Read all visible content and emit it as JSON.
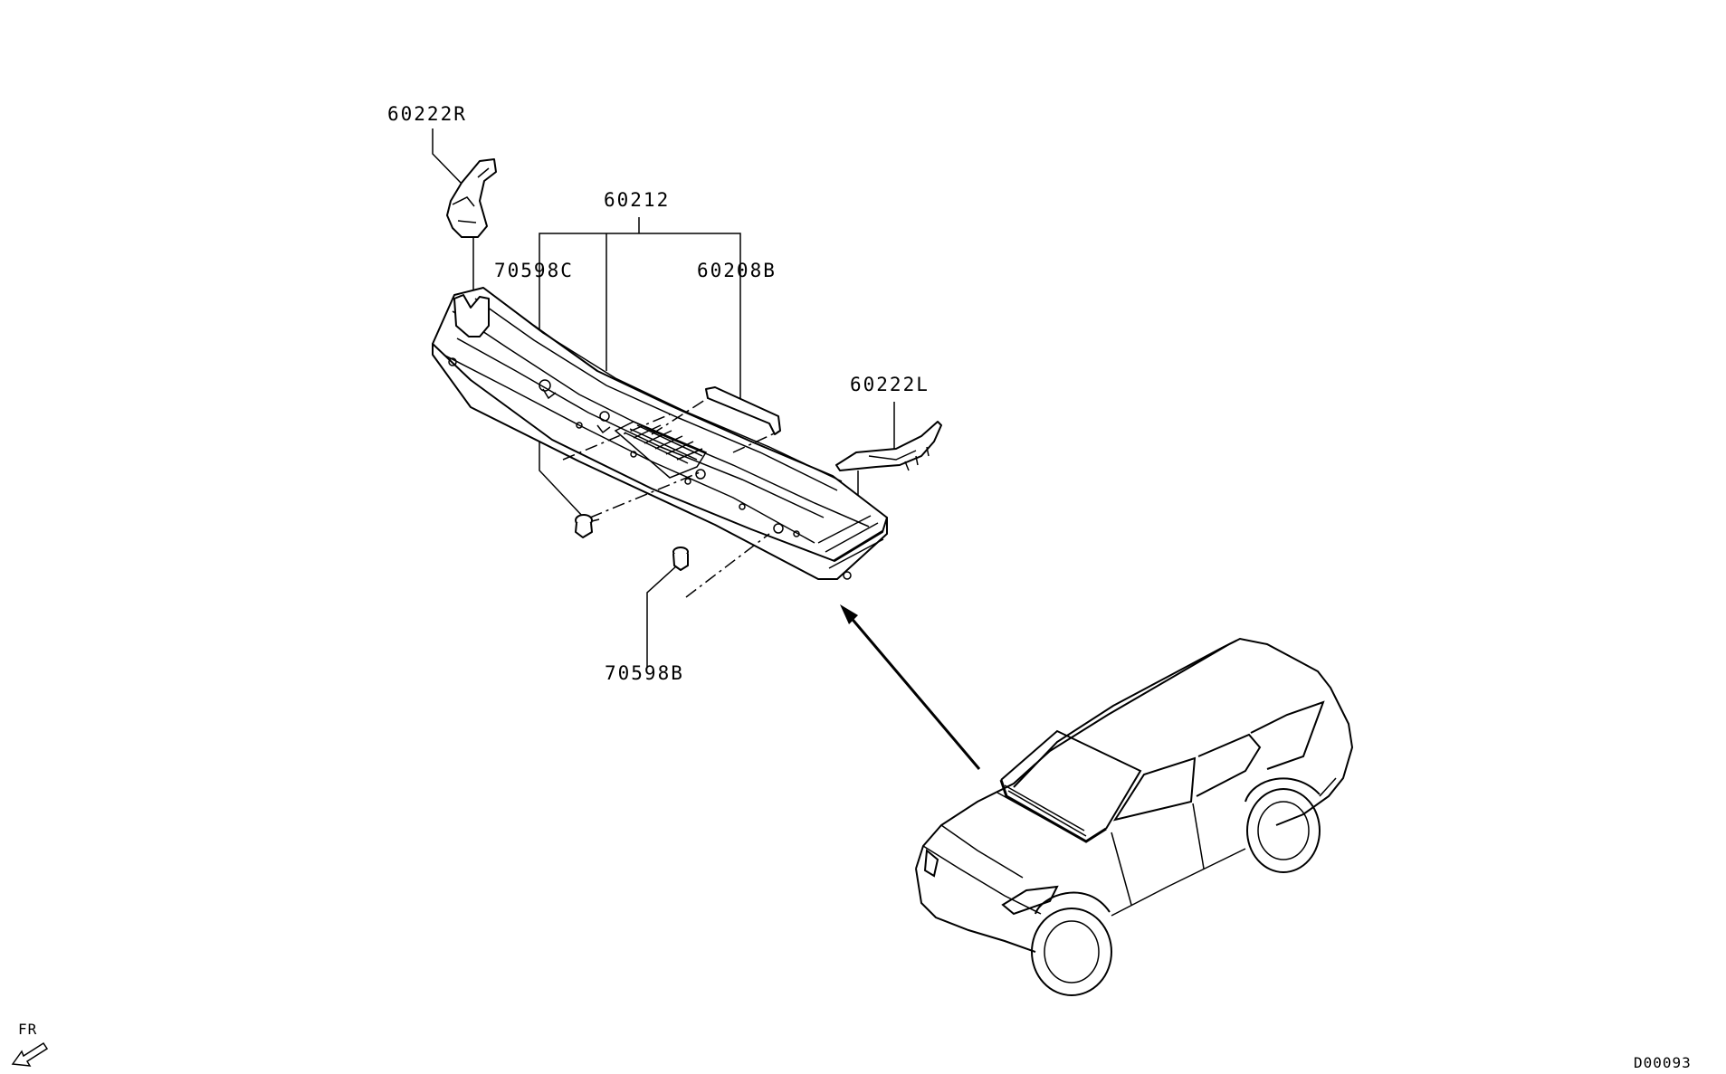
{
  "parts": {
    "cowl_side_right": "60222R",
    "cowl_top_assy": "60212",
    "clip_c": "70598C",
    "seal_b": "60208B",
    "cowl_side_left": "60222L",
    "clip_b": "70598B"
  },
  "front_indicator": "FR",
  "diagram_code": "D00093"
}
